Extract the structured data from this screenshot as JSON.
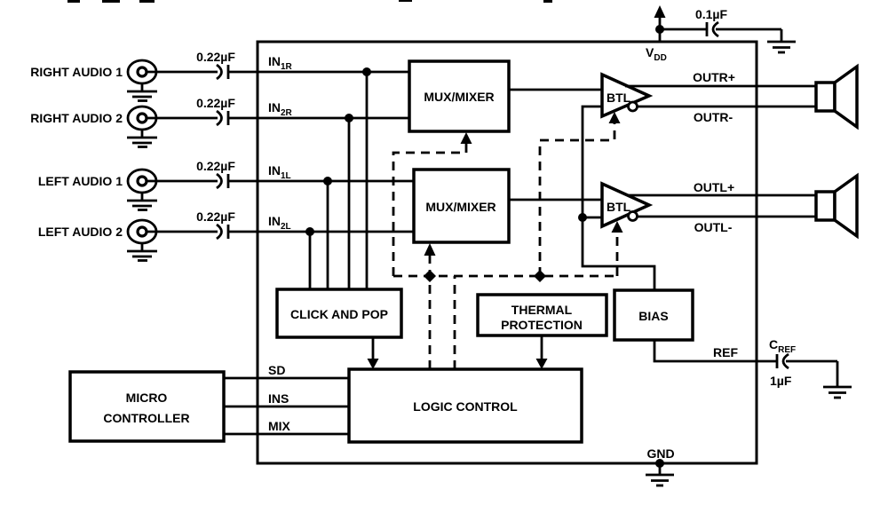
{
  "ic": {
    "inputs": [
      {
        "source": "RIGHT AUDIO 1",
        "cap": "0.22µF",
        "pin": "IN",
        "pin_sub": "1R"
      },
      {
        "source": "RIGHT AUDIO 2",
        "cap": "0.22µF",
        "pin": "IN",
        "pin_sub": "2R"
      },
      {
        "source": "LEFT AUDIO 1",
        "cap": "0.22µF",
        "pin": "IN",
        "pin_sub": "1L"
      },
      {
        "source": "LEFT AUDIO 2",
        "cap": "0.22µF",
        "pin": "IN",
        "pin_sub": "2L"
      }
    ],
    "blocks": {
      "mux_top": "MUX/MIXER",
      "mux_bottom": "MUX/MIXER",
      "click_pop": "CLICK AND POP",
      "thermal_line1": "THERMAL",
      "thermal_line2": "PROTECTION",
      "logic": "LOGIC CONTROL",
      "bias": "BIAS",
      "btl_top": "BTL",
      "btl_bottom": "BTL"
    },
    "micro": {
      "line1": "MICRO",
      "line2": "CONTROLLER"
    },
    "control_pins": [
      "SD",
      "INS",
      "MIX"
    ],
    "outputs": {
      "outr_p": "OUTR+",
      "outr_m": "OUTR-",
      "outl_p": "OUTL+",
      "outl_m": "OUTL-"
    },
    "power": {
      "vdd": "V",
      "vdd_sub": "DD",
      "vdd_cap": "0.1µF",
      "gnd": "GND"
    },
    "ref": {
      "pin": "REF",
      "cap": "C",
      "cap_sub": "REF",
      "cap_value": "1µF"
    }
  },
  "colors": {
    "line": "#000000",
    "background": "#ffffff"
  }
}
